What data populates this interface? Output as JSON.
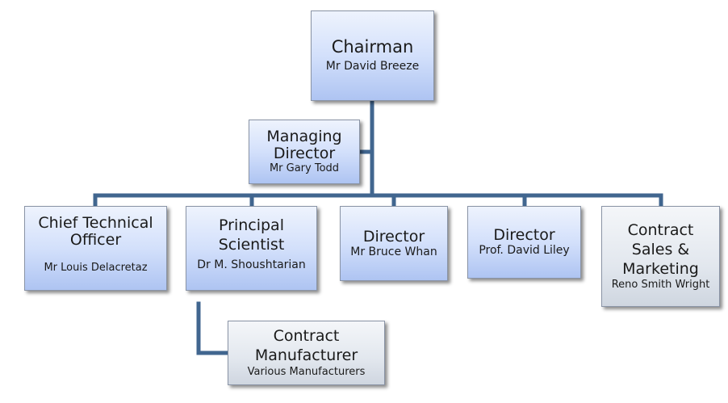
{
  "org_chart": {
    "chairman": {
      "title": "Chairman",
      "name": "Mr David Breeze"
    },
    "managing_director": {
      "title_line1": "Managing",
      "title_line2": "Director",
      "name": "Mr Gary Todd"
    },
    "chief_technical_officer": {
      "title_line1": "Chief Technical",
      "title_line2": "Officer",
      "name": "Mr Louis Delacretaz"
    },
    "principal_scientist": {
      "title_line1": "Principal",
      "title_line2": "Scientist",
      "name": "Dr M. Shoushtarian"
    },
    "director_1": {
      "title": "Director",
      "name": "Mr Bruce Whan"
    },
    "director_2": {
      "title": "Director",
      "name": "Prof. David Liley"
    },
    "contract_sales": {
      "title_line1": "Contract",
      "title_line2": "Sales &",
      "title_line3": "Marketing",
      "name": "Reno Smith Wright"
    },
    "contract_manufacturer": {
      "title_line1": "Contract",
      "title_line2": "Manufacturer",
      "name": "Various Manufacturers"
    }
  },
  "colors": {
    "connector": "#41668f",
    "primary_box": "#c9d9f8",
    "secondary_box": "#dfe4eb"
  }
}
